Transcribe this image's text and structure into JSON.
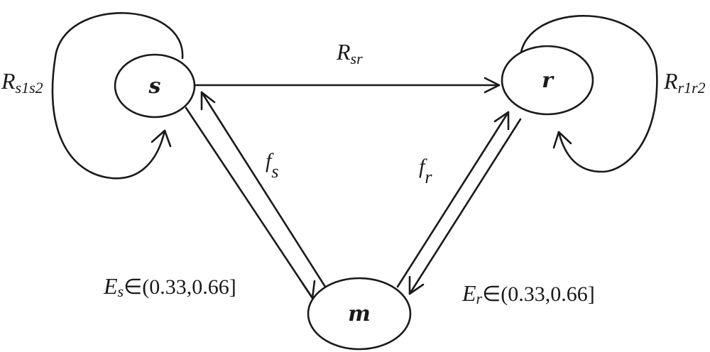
{
  "nodes": {
    "s": "s",
    "r": "r",
    "m": "m"
  },
  "edges": {
    "sr": {
      "main": "R",
      "sub": "sr"
    },
    "s_loop": {
      "main": "R",
      "sub": "s1s2"
    },
    "r_loop": {
      "main": "R",
      "sub": "r1r2"
    },
    "fs": {
      "main": "f",
      "sub": "s"
    },
    "fr": {
      "main": "f",
      "sub": "r"
    }
  },
  "energy": {
    "s": {
      "main": "E",
      "sub": "s",
      "range": "∈(0.33,0.66]"
    },
    "r": {
      "main": "E",
      "sub": "r",
      "range": "∈(0.33,0.66]"
    }
  }
}
